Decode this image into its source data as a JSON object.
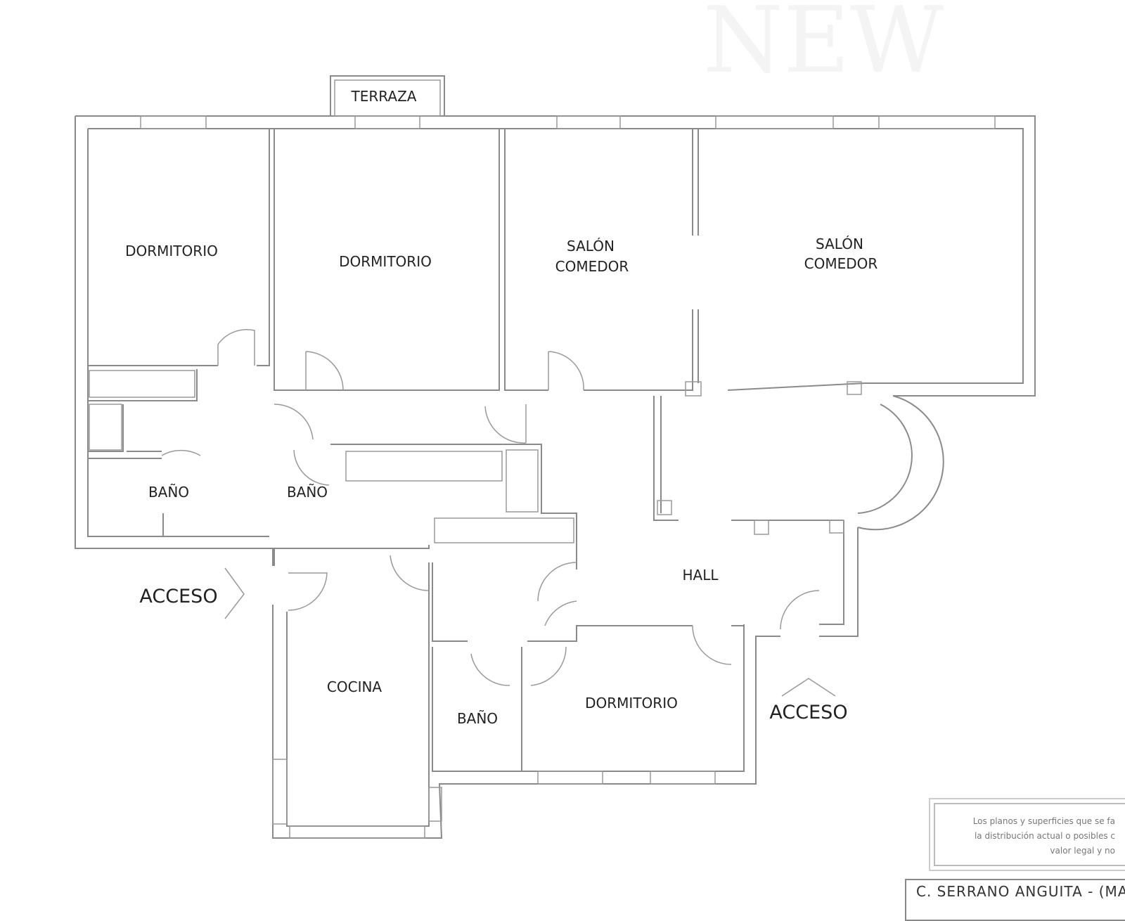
{
  "watermark": "NEW",
  "rooms": {
    "terraza": "TERRAZA",
    "dormitorio_1": "DORMITORIO",
    "dormitorio_2": "DORMITORIO",
    "salon_1_line1": "SALÓN",
    "salon_1_line2": "COMEDOR",
    "salon_2_line1": "SALÓN",
    "salon_2_line2": "COMEDOR",
    "bano_1": "BAÑO",
    "bano_2": "BAÑO",
    "bano_3": "BAÑO",
    "hall": "HALL",
    "cocina": "COCINA",
    "dormitorio_3": "DORMITORIO"
  },
  "access": {
    "left": "ACCESO",
    "right": "ACCESO"
  },
  "note": {
    "line1": "Los planos y superficies que se fa",
    "line2": "la distribución actual o posibles c",
    "line3": "valor legal y no"
  },
  "address": "C. SERRANO ANGUITA - (MADR"
}
